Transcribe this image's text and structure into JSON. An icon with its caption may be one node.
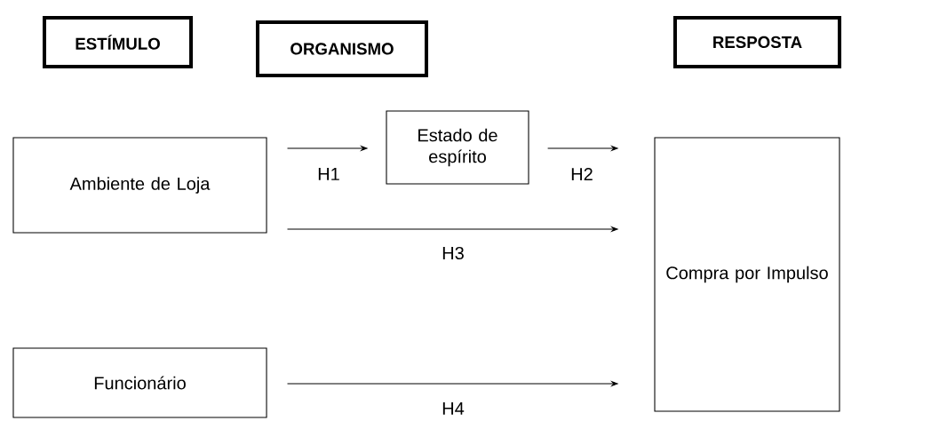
{
  "diagram": {
    "nodes": [
      {
        "text": [
          "ESTÍMULO"
        ]
      },
      {
        "text": [
          "ORGANISMO"
        ]
      },
      {
        "text": [
          "RESPOSTA"
        ]
      },
      {
        "text": [
          "Ambiente de Loja"
        ]
      },
      {
        "text": [
          "Estado de espírito"
        ]
      },
      {
        "text": [
          "Funcionário"
        ]
      },
      {
        "text": [
          "Compra por Impulso"
        ]
      }
    ],
    "edges": [
      {
        "from": 3,
        "to": 4,
        "arrow": "to",
        "label": "H1"
      },
      {
        "from": 4,
        "to": 6,
        "arrow": "to",
        "label": "H2"
      },
      {
        "from": 3,
        "to": 6,
        "arrow": "to",
        "label": "H3"
      },
      {
        "from": 5,
        "to": 6,
        "arrow": "to",
        "label": "H4"
      }
    ]
  }
}
